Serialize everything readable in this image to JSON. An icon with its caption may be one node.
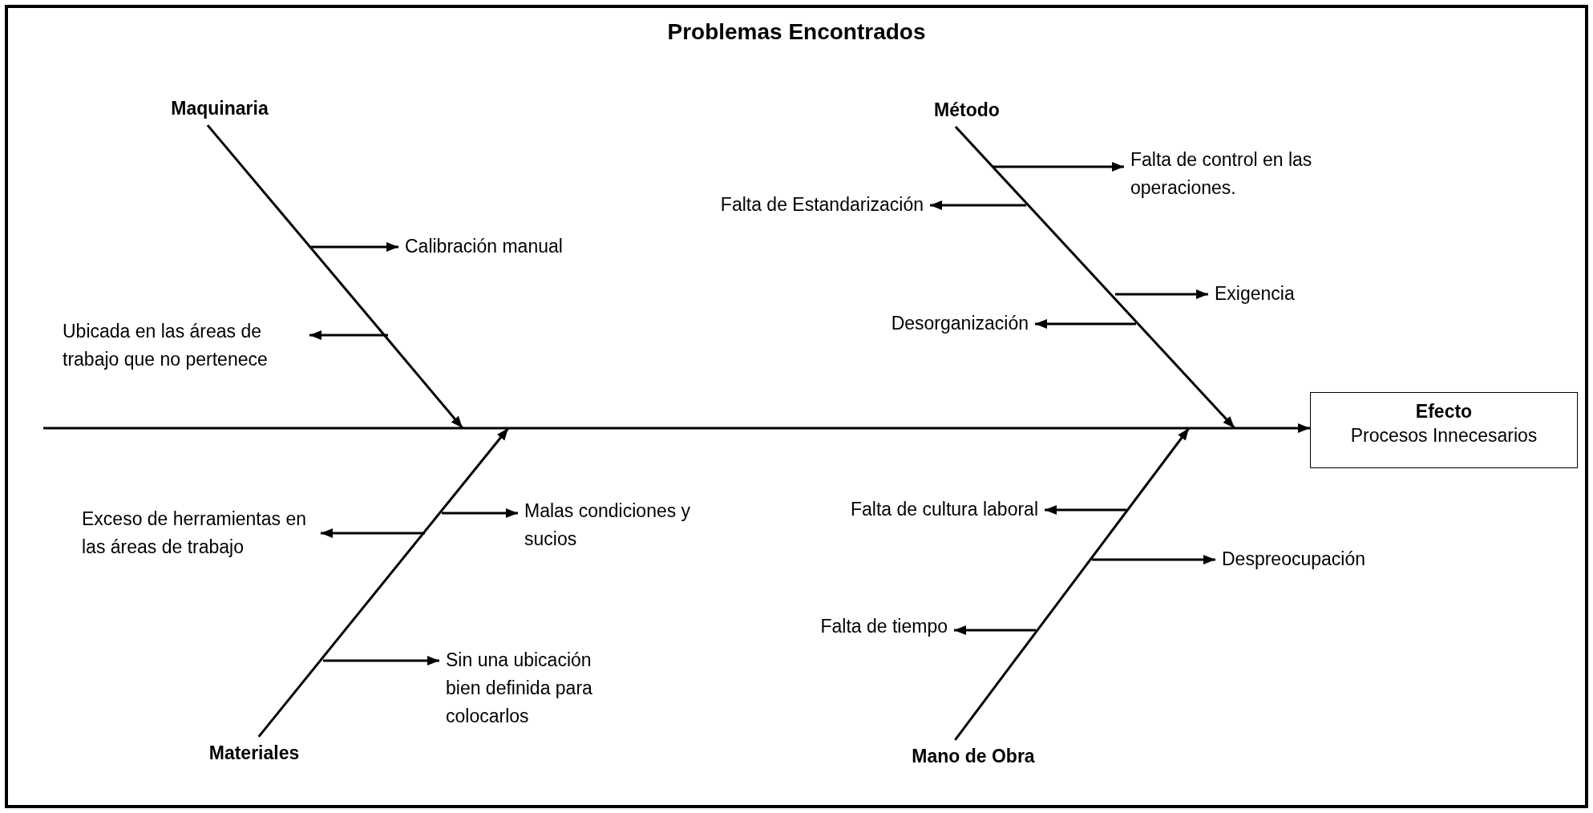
{
  "diagram": {
    "title": "Problemas Encontrados",
    "nodes": [
      {
        "text": [
          "Efecto",
          "Procesos Innecesarios"
        ]
      },
      {
        "text": [
          "Maquinaria"
        ]
      },
      {
        "text": [
          "Método"
        ]
      },
      {
        "text": [
          "Materiales"
        ]
      },
      {
        "text": [
          "Mano de Obra"
        ]
      },
      {
        "text": [
          "Calibración manual"
        ]
      },
      {
        "text": [
          "Ubicada en las áreas de trabajo que no pertenece"
        ]
      },
      {
        "text": [
          "Falta de control en las operaciones."
        ]
      },
      {
        "text": [
          "Falta de Estandarización"
        ]
      },
      {
        "text": [
          "Exigencia"
        ]
      },
      {
        "text": [
          "Desorganización"
        ]
      },
      {
        "text": [
          "Exceso de herramientas en las áreas de trabajo"
        ]
      },
      {
        "text": [
          "Malas condiciones y sucios"
        ]
      },
      {
        "text": [
          "Sin una ubicación bien definida para colocarlos"
        ]
      },
      {
        "text": [
          "Falta de cultura laboral"
        ]
      },
      {
        "text": [
          "Despreocupación"
        ]
      },
      {
        "text": [
          "Falta de tiempo"
        ]
      }
    ],
    "edges": [
      {
        "from": null,
        "to": 0,
        "arrow": "to"
      },
      {
        "from": 1,
        "to": null,
        "arrow": "to"
      },
      {
        "from": 2,
        "to": null,
        "arrow": "to"
      },
      {
        "from": 3,
        "to": null,
        "arrow": "to"
      },
      {
        "from": 4,
        "to": null,
        "arrow": "to"
      },
      {
        "from": null,
        "to": 5,
        "arrow": "to"
      },
      {
        "from": null,
        "to": 6,
        "arrow": "to"
      },
      {
        "from": null,
        "to": 7,
        "arrow": "to"
      },
      {
        "from": null,
        "to": 8,
        "arrow": "to"
      },
      {
        "from": null,
        "to": 9,
        "arrow": "to"
      },
      {
        "from": null,
        "to": 10,
        "arrow": "to"
      },
      {
        "from": null,
        "to": 11,
        "arrow": "to"
      },
      {
        "from": null,
        "to": 12,
        "arrow": "to"
      },
      {
        "from": null,
        "to": 13,
        "arrow": "to"
      },
      {
        "from": null,
        "to": 14,
        "arrow": "to"
      },
      {
        "from": null,
        "to": 15,
        "arrow": "to"
      },
      {
        "from": null,
        "to": 16,
        "arrow": "to"
      }
    ]
  }
}
